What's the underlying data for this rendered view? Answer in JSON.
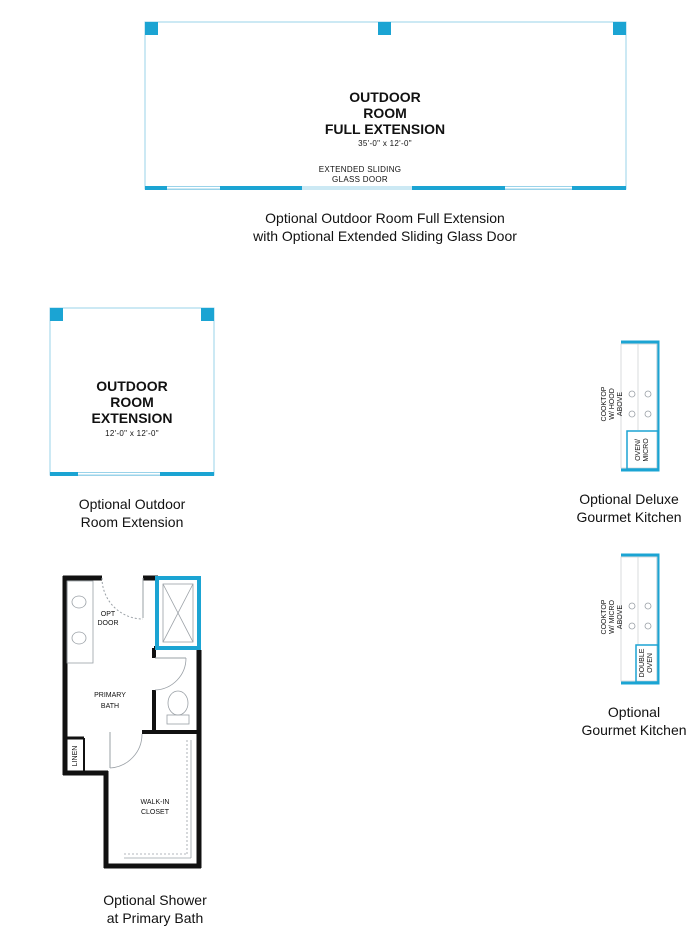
{
  "colors": {
    "accent": "#1ba4d3",
    "wall": "#111111",
    "thin": "#9ad3ea",
    "fixture": "#9aa0a6"
  },
  "outdoor_full": {
    "title_lines": [
      "OUTDOOR",
      "ROOM",
      "FULL EXTENSION"
    ],
    "dimensions": "35'-0\" x 12'-0\"",
    "door_label_lines": [
      "EXTENDED SLIDING",
      "GLASS DOOR"
    ],
    "caption_lines": [
      "Optional Outdoor Room Full Extension",
      "with Optional Extended Sliding Glass Door"
    ]
  },
  "outdoor_ext": {
    "title_lines": [
      "OUTDOOR",
      "ROOM",
      "EXTENSION"
    ],
    "dimensions": "12'-0\" x 12'-0\"",
    "caption_lines": [
      "Optional Outdoor",
      "Room Extension"
    ]
  },
  "deluxe_kitchen": {
    "cooktop_lines": [
      "COOKTOP",
      "W/ HOOD",
      "ABOVE"
    ],
    "oven_lines": [
      "OVEN/",
      "MICRO"
    ],
    "caption_lines": [
      "Optional Deluxe",
      "Gourmet Kitchen"
    ]
  },
  "gourmet_kitchen": {
    "cooktop_lines": [
      "COOKTOP",
      "W/ MICRO",
      "ABOVE"
    ],
    "oven_lines": [
      "DOUBLE",
      "OVEN"
    ],
    "caption_lines": [
      "Optional",
      "Gourmet Kitchen"
    ]
  },
  "primary_bath": {
    "opt_door_lines": [
      "OPT",
      "DOOR"
    ],
    "bath_lines": [
      "PRIMARY",
      "BATH"
    ],
    "linen_label": "LINEN",
    "closet_lines": [
      "WALK-IN",
      "CLOSET"
    ],
    "caption_lines": [
      "Optional Shower",
      "at Primary Bath"
    ]
  }
}
